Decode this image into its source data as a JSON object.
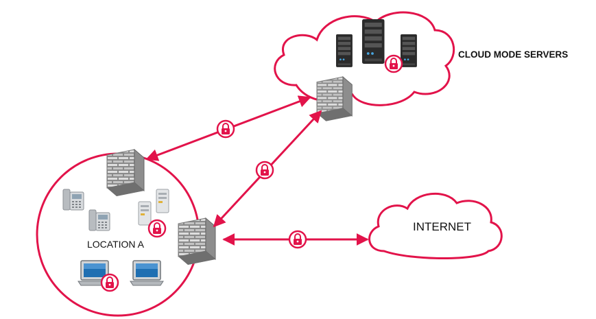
{
  "labels": {
    "cloud_servers": "CLOUD MODE SERVERS",
    "internet": "INTERNET",
    "location": "LOCATION A"
  },
  "colors": {
    "accent": "#e2134a",
    "firewall_light": "#d8d8d8",
    "firewall_dark": "#7a7a7a",
    "server_dark": "#2b2b2b",
    "device_gray": "#9ea3a8"
  },
  "icons": {
    "firewall": "brick-wall-icon",
    "lock": "padlock-icon",
    "server": "server-icon",
    "phone": "desk-phone-icon",
    "laptop": "laptop-icon"
  }
}
